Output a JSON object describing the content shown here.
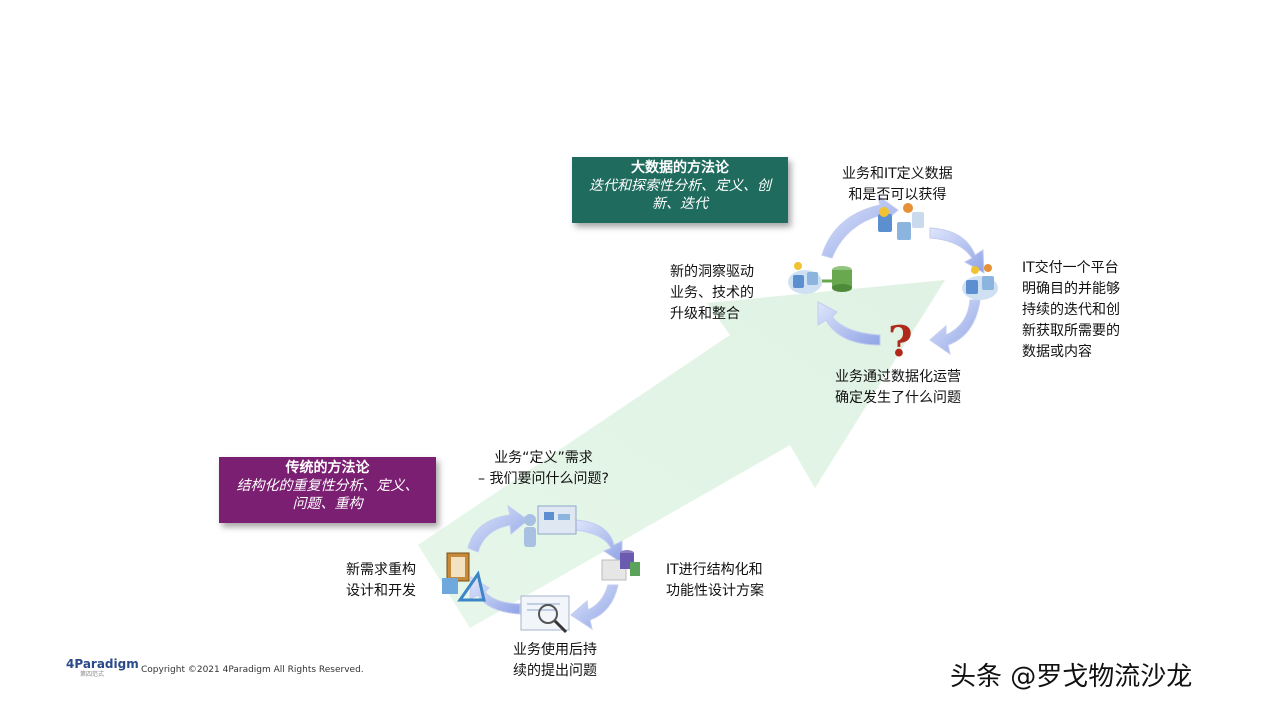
{
  "bigdata_method": {
    "title": "大数据的方法论",
    "subtitle_line1": "迭代和探索性分析、定义、创",
    "subtitle_line2": "新、迭代"
  },
  "traditional_method": {
    "title": "传统的方法论",
    "subtitle_line1": "结构化的重复性分析、定义、",
    "subtitle_line2": "问题、重构"
  },
  "bigdata_cycle": {
    "top": [
      "业务和IT定义数据",
      "和是否可以获得"
    ],
    "right": [
      "IT交付一个平台",
      "明确目的并能够",
      "持续的迭代和创",
      "新获取所需要的",
      "数据或内容"
    ],
    "bottom": [
      "业务通过数据化运营",
      "确定发生了什么问题"
    ],
    "left": [
      "新的洞察驱动",
      "业务、技术的",
      "升级和整合"
    ]
  },
  "traditional_cycle": {
    "top": [
      "业务“定义”需求",
      "– 我们要问什么问题?"
    ],
    "right": [
      "IT进行结构化和",
      "功能性设计方案"
    ],
    "bottom": [
      "业务使用后持",
      "续的提出问题"
    ],
    "left": [
      "新需求重构",
      "设计和开发"
    ]
  },
  "footer": {
    "logo": "4Paradigm",
    "logo_sub": "第四范式",
    "copyright": "Copyright ©2021 4Paradigm All Rights Reserved."
  },
  "watermark": "头条 @罗戈物流沙龙",
  "colors": {
    "bigdata_box": "#1f6b5e",
    "traditional_box": "#7b1f72",
    "arrow_fill": "#e3f5e6",
    "cycle_arrows": "#a9b8ee"
  }
}
